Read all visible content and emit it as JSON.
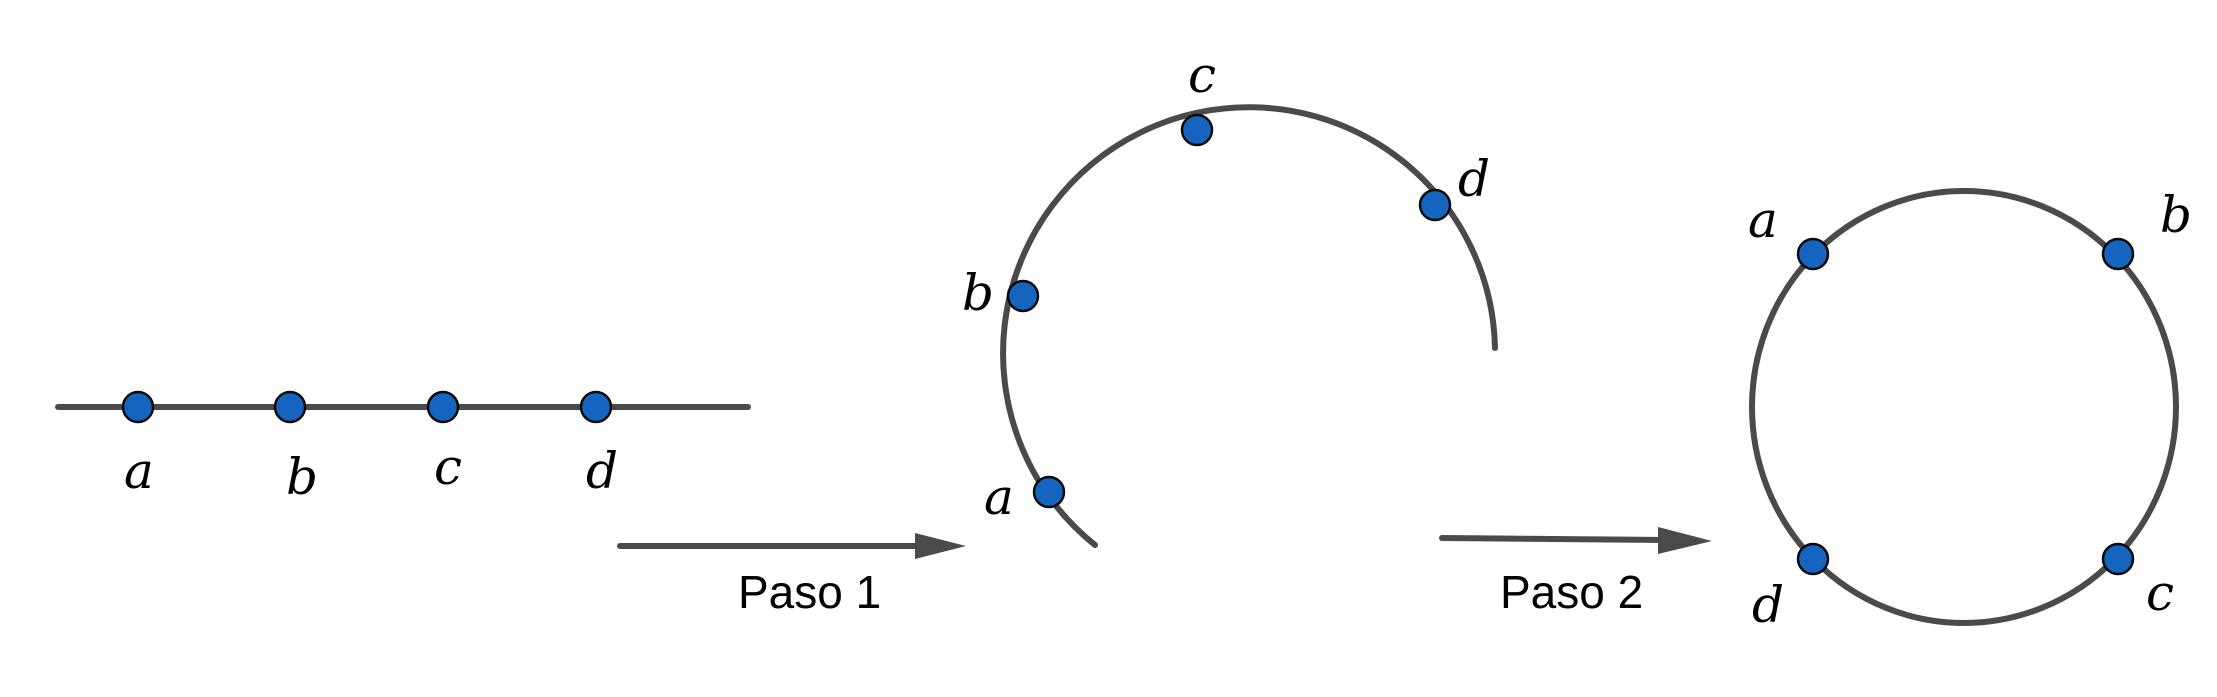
{
  "labels": {
    "line": [
      "a",
      "b",
      "c",
      "d"
    ],
    "arc": [
      "a",
      "b",
      "c",
      "d"
    ],
    "circle": [
      "a",
      "b",
      "c",
      "d"
    ]
  },
  "steps": {
    "step1": "Paso 1",
    "step2": "Paso 2"
  },
  "colors": {
    "point_fill": "#1565c0",
    "stroke": "#4a4a4a"
  }
}
